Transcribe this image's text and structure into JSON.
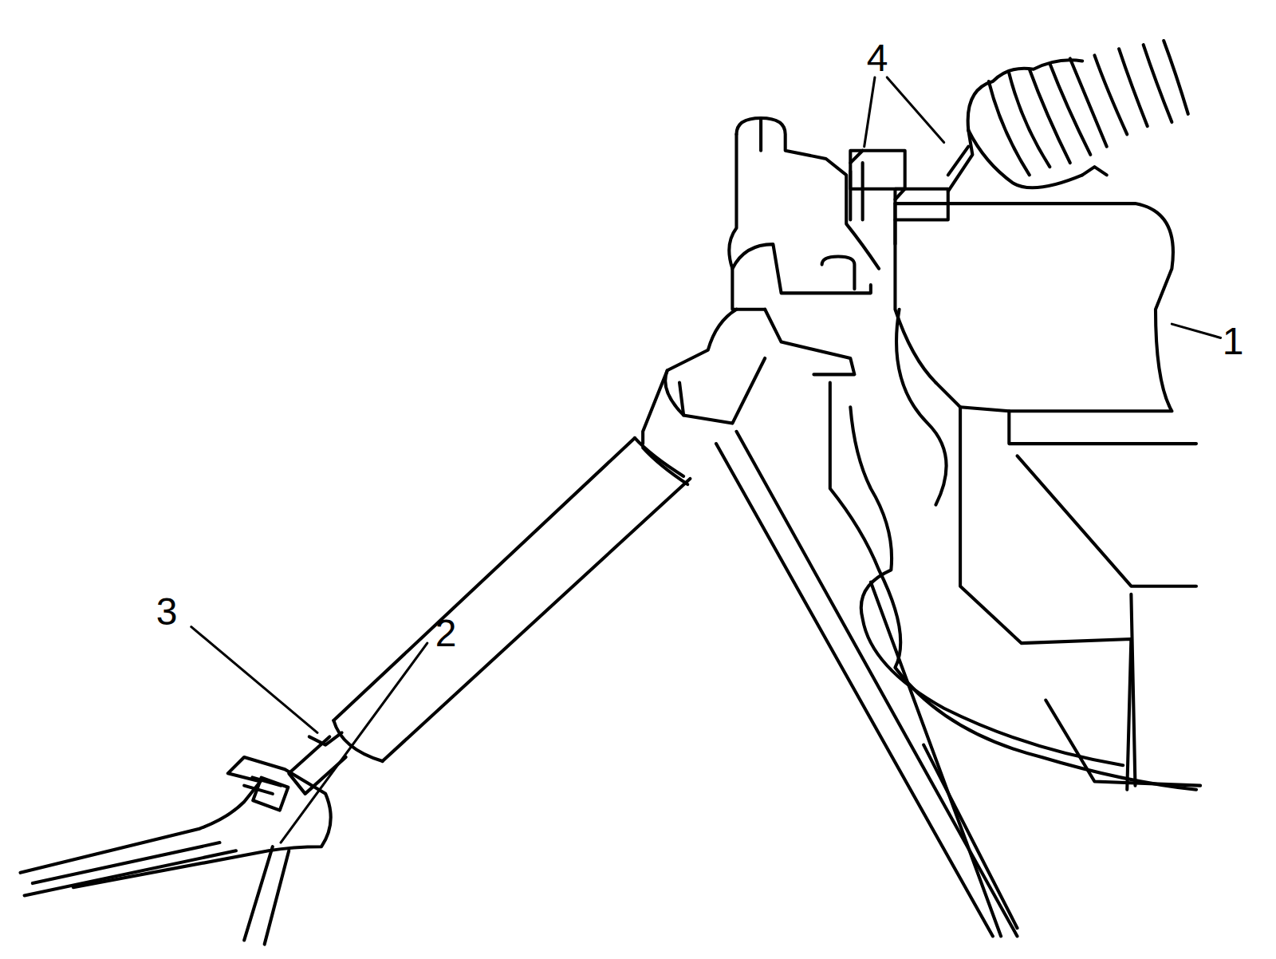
{
  "diagram": {
    "labels": [
      "4",
      "1",
      "3",
      "2"
    ]
  }
}
